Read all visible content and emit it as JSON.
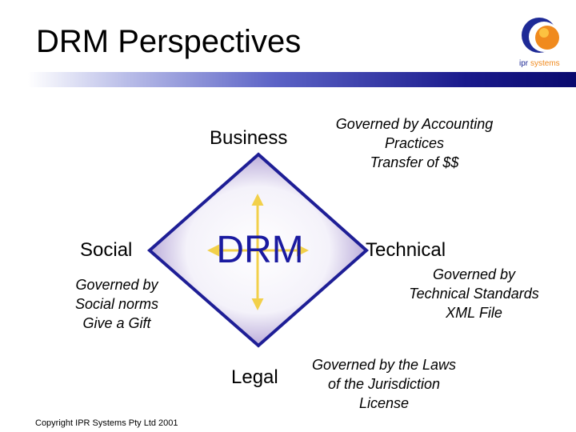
{
  "slide": {
    "title": "DRM Perspectives",
    "copyright": "Copyright IPR Systems Pty Ltd 2001"
  },
  "logo": {
    "text_ipr": "ipr",
    "text_systems": "systems"
  },
  "diagram": {
    "center": "DRM",
    "business": {
      "label": "Business",
      "notes": [
        "Governed by Accounting",
        "Practices",
        "Transfer of $$"
      ]
    },
    "technical": {
      "label": "Technical",
      "notes": [
        "Governed by",
        "Technical Standards",
        "XML File"
      ]
    },
    "social": {
      "label": "Social",
      "notes": [
        "Governed by",
        "Social norms",
        "Give a Gift"
      ]
    },
    "legal": {
      "label": "Legal",
      "notes": [
        "Governed by the Laws",
        "of the Jurisdiction",
        "License"
      ]
    }
  },
  "colors": {
    "diamond_border": "#1e1e96",
    "diamond_fill": "#4a2c8c",
    "arrow": "#f2d04a",
    "drm_text": "#1a1aa0",
    "logo_orange": "#f08a1e",
    "logo_blue": "#1e2a96"
  }
}
